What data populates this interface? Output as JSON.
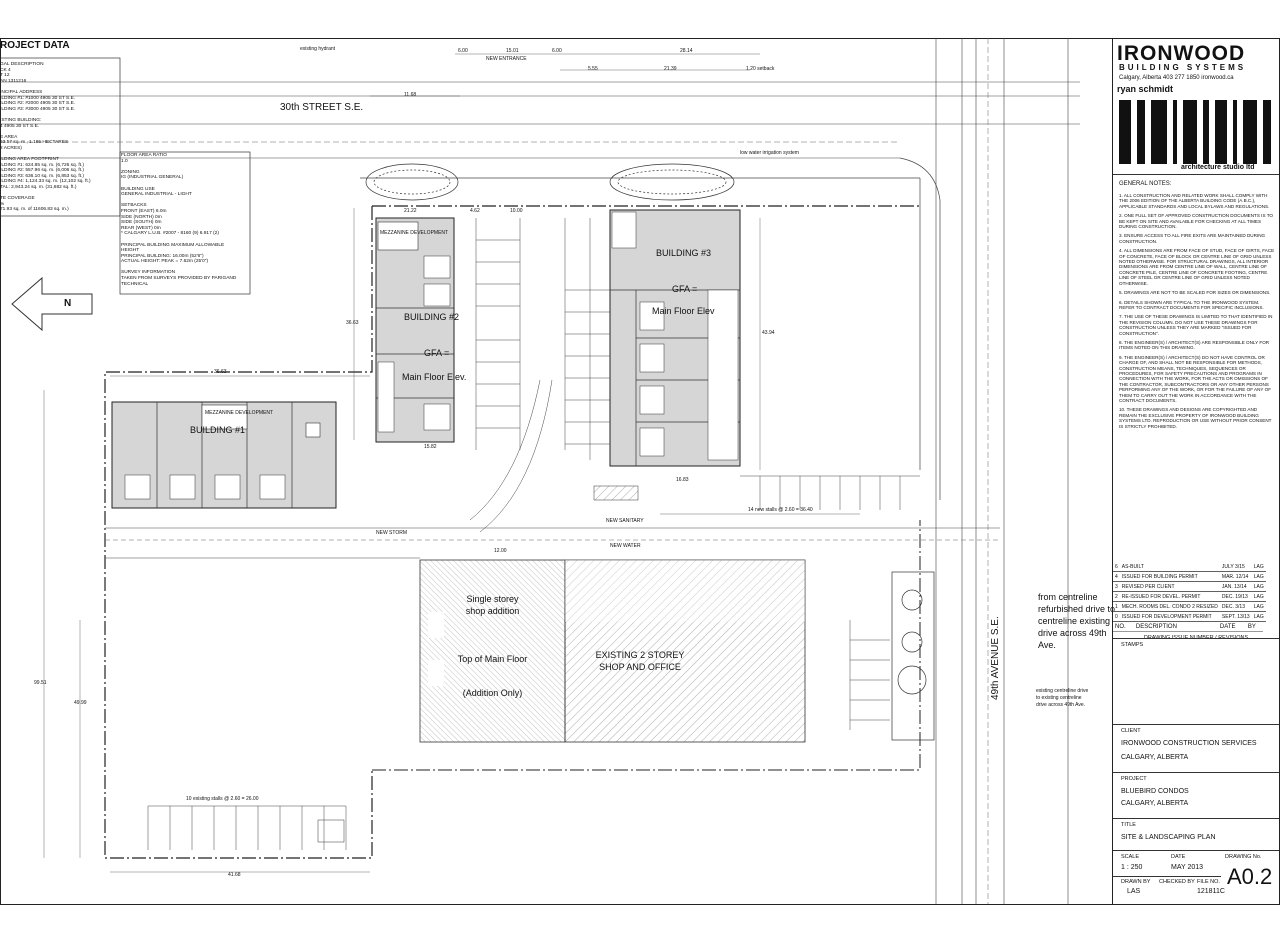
{
  "project_data": {
    "title": "ROJECT DATA",
    "lines": [
      "GAL DESCRIPTION",
      "CK 4",
      "T 12",
      "AN 1311216",
      "",
      "INCIPAL ADDRESS",
      "ILDING #1: #1000 4905 30 ST S.E.",
      "ILDING #2: #2000 4905 30 ST S.E.",
      "ILDING #3: #3000 4905 30 ST S.E.",
      "",
      "ISTING BUILDING:",
      "4 4905 30 ST S.E.",
      "",
      "E AREA",
      "63.57 sq. m., 1.165 HECTARES",
      "2 ACRES)",
      "",
      "ILDING AREA FOOTPRINT",
      "ILDING #1: 624.85 sq. m. (6,726 sq. ft.)",
      "ILDING #2: 557.96 sq. m. (6,006 sq. ft.)",
      "ILDING #3: 636.10 sq. m. (6,853 sq. ft.)",
      "ILDING #4: 1,124.33 sq. m. (12,102 sq. ft.)",
      "TAL: 2,943.24 sq. m. (31,682 sq. ft.)",
      "",
      "TE COVERAGE",
      "%",
      "71.93 sq. m. of 11606.83 sq. m.)"
    ]
  },
  "zoning_data": {
    "lines": [
      "FLOOR AREA RATIO",
      "1.0",
      "",
      "ZONING",
      "IG (INDUSTRIAL GENERAL)",
      "",
      "BUILDING USE",
      "GENERAL INDUSTRIAL - LIGHT",
      "",
      "SETBACKS",
      "FRONT (EAST) 6.0m",
      "SIDE (NORTH) 0m",
      "SIDE (SOUTH) 0m",
      "REAR (WEST) 0m",
      "* CALGARY L.U.B. #2007 - 8160 (9) 6.917 (2)",
      "",
      "PRINCIPAL BUILDING MAXIMUM ALLOWABLE",
      "HEIGHT",
      "PRINCIPAL BUILDING: 16.00m (52'6\")",
      "ACTUAL HEIGHT: PEAK = 7.62m (25'0\")",
      "",
      "SURVEY INFORMATION",
      "TAKEN FROM SURVEYS PROVIDED BY PARIGAND",
      "TECHNICAL"
    ]
  },
  "plan": {
    "street_top": "30th STREET S.E.",
    "street_right": "49th AVENUE S.E.",
    "new_entrance": "NEW ENTRANCE",
    "building1": "BUILDING #1",
    "building2": "BUILDING #2",
    "building3": "BUILDING #3",
    "gfa": "GFA =",
    "main_floor_elev": "Main Floor Elev.",
    "main_floor_elev_b3": "Main Floor Elev",
    "mezzanine": "MEZZANINE DEVELOPMENT",
    "single_storey_1": "Single storey",
    "single_storey_2": "shop addition",
    "top_main_floor": "Top of Main Floor",
    "addition_only": "(Addition Only)",
    "existing_1": "EXISTING 2 STOREY",
    "existing_2": "SHOP AND OFFICE",
    "refurb_1": "from centreline",
    "refurb_2": "refurbished drive to",
    "refurb_3": "centreline existing",
    "refurb_4": "drive across 49th",
    "refurb_5": "Ave.",
    "existing_drive_1": "existing centreline drive",
    "existing_drive_2": "to existing centreline",
    "existing_drive_3": "drive across 49th Ave.",
    "north": "N",
    "parking_note": "10 existing stalls @ 2.60 = 26.00",
    "new_stalls": "14 new stalls @ 2.60 = 36.40",
    "existing_hydrant": "existing hydrant",
    "low_water": "low water irrigation system",
    "new_sanitary": "NEW SANITARY",
    "new_storm": "NEW STORM",
    "new_water": "NEW WATER",
    "dims": {
      "d1": "6.00",
      "d2": "15.01",
      "d3": "6.00",
      "d4": "28.14",
      "d5": "5.55",
      "d6": "21.39",
      "d7": "1.20 setback",
      "d8": "11.68",
      "d9": "36.63",
      "d10": "41.68",
      "d11": "99.51",
      "d12": "49.99",
      "d13": "15.82",
      "d14": "43.94",
      "d15": "36.63",
      "d16": "16.83",
      "d17": "12.00",
      "d18": "10.00",
      "d19": "21.22",
      "d20": "4.62"
    }
  },
  "title_block": {
    "brand": "IRONWOOD",
    "brand_sub": "BUILDING SYSTEMS",
    "brand_addr": "Calgary, Alberta    403 277 1850    ironwood.ca",
    "architect": "ryan schmidt",
    "architect_sub": "architecture studio ltd",
    "notes_title": "GENERAL NOTES:",
    "notes": [
      "1. ALL CONSTRUCTION AND RELATED WORK SHALL COMPLY WITH THE 2006 EDITION OF THE ALBERTA BUILDING CODE (A.B.C.), APPLICABLE STANDARDS AND LOCAL BYLAWS AND REGULATIONS.",
      "2. ONE FULL SET OF APPROVED CONSTRUCTION DOCUMENTS IS TO BE KEPT ON SITE AND AVAILABLE FOR CHECKING AT ALL TIMES DURING CONSTRUCTION.",
      "3. ENSURE ACCESS TO ALL FIRE EXITS ARE MAINTAINED DURING CONSTRUCTION.",
      "4. ALL DIMENSIONS ARE FROM FACE OF STUD, FACE OF GIRTS, FACE OF CONCRETE, FACE OF BLOCK OR CENTRE LINE OF GRID UNLESS NOTED OTHERWISE. FOR STRUCTURAL DRAWINGS, ALL INTERIOR DIMENSIONS ARE FROM CENTRE LINE OF WALL, CENTRE LINE OF CONCRETE PILE, CENTRE LINE OF CONCRETE FOOTING, CENTRE LINE OF STEEL OR CENTRE LINE OF GRID UNLESS NOTED OTHERWISE.",
      "5. DRAWINGS ARE NOT TO BE SCALED FOR SIZES OR DIMENSIONS.",
      "6. DETAILS SHOWN ARE TYPICAL TO THE IRONWOOD SYSTEM. REFER TO CONTRACT DOCUMENTS FOR SPECIFIC INCLUSIONS.",
      "7. THE USE OF THESE DRAWINGS IS LIMITED TO THAT IDENTIFIED IN THE REVISION COLUMN. DO NOT USE THESE DRAWINGS FOR CONSTRUCTION UNLESS THEY ARE MARKED \"ISSUED FOR CONSTRUCTION\".",
      "8. THE ENGINEER(S) / ARCHITECT(S) ARE RESPONSIBLE ONLY FOR ITEMS NOTED ON THIS DRAWING.",
      "9. THE ENGINEER(S) / ARCHITECT(S) DO NOT HAVE CONTROL OR CHARGE OF, AND SHALL NOT BE RESPONSIBLE FOR METHODS, CONSTRUCTION MEANS, TECHNIQUES, SEQUENCES OR PROCEDURES, FOR SAFETY PRECAUTIONS AND PROGRAMS IN CONNECTION WITH THE WORK, FOR THE ACTS OR OMISSIONS OF THE CONTRACTOR, SUBCONTRACTORS OR ANY OTHER PERSONS PERFORMING ANY OF THE WORK, OR FOR THE FAILURE OF ANY OF THEM TO CARRY OUT THE WORK IN ACCORDANCE WITH THE CONTRACT DOCUMENTS.",
      "10. THESE DRAWINGS AND DESIGNS ARE COPYRIGHTED AND REMAIN THE EXCLUSIVE PROPERTY OF IRONWOOD BUILDING SYSTEMS LTD. REPRODUCTION OR USE WITHOUT PRIOR CONSENT IS STRICTLY PROHIBITED."
    ],
    "revisions": [
      {
        "no": "6",
        "desc": "AS-BUILT",
        "date": "JULY 3/15",
        "by": "LAG"
      },
      {
        "no": "4",
        "desc": "ISSUED FOR BUILDING PERMIT",
        "date": "MAR. 12/14",
        "by": "LAG"
      },
      {
        "no": "3",
        "desc": "REVISED PER CLIENT",
        "date": "JAN. 13/14",
        "by": "LAG"
      },
      {
        "no": "2",
        "desc": "RE-ISSUED FOR DEVEL. PERMIT",
        "date": "DEC. 19/13",
        "by": "LAG"
      },
      {
        "no": "1",
        "desc": "MECH. ROOMS DEL. CONDO 2 RESIZED",
        "date": "DEC. 3/13",
        "by": "LAG"
      },
      {
        "no": "0",
        "desc": "ISSUED FOR DEVELOPMENT PERMIT",
        "date": "SEPT. 13/13",
        "by": "LAG"
      }
    ],
    "rev_hdr_no": "NO.",
    "rev_hdr_desc": "DESCRIPTION",
    "rev_hdr_date": "DATE",
    "rev_hdr_by": "BY",
    "rev_caption": "DRAWING ISSUE NUMBER / REVISIONS",
    "stamps_label": "STAMPS",
    "client_label": "CLIENT",
    "client_1": "IRONWOOD CONSTRUCTION SERVICES",
    "client_2": "CALGARY, ALBERTA",
    "project_label": "PROJECT",
    "project_1": "BLUEBIRD CONDOS",
    "project_2": "CALGARY, ALBERTA",
    "title_label": "TITLE",
    "title_1": "SITE & LANDSCAPING PLAN",
    "scale_label": "SCALE",
    "scale": "1 : 250",
    "date_label": "DATE",
    "date": "MAY 2013",
    "drawing_no_label": "DRAWING No.",
    "drawing_no": "A0.2",
    "drawn_label": "DRAWN BY",
    "drawn": "LAS",
    "checked_label": "CHECKED BY",
    "checked": "",
    "file_label": "FILE NO.",
    "file": "121811C"
  }
}
